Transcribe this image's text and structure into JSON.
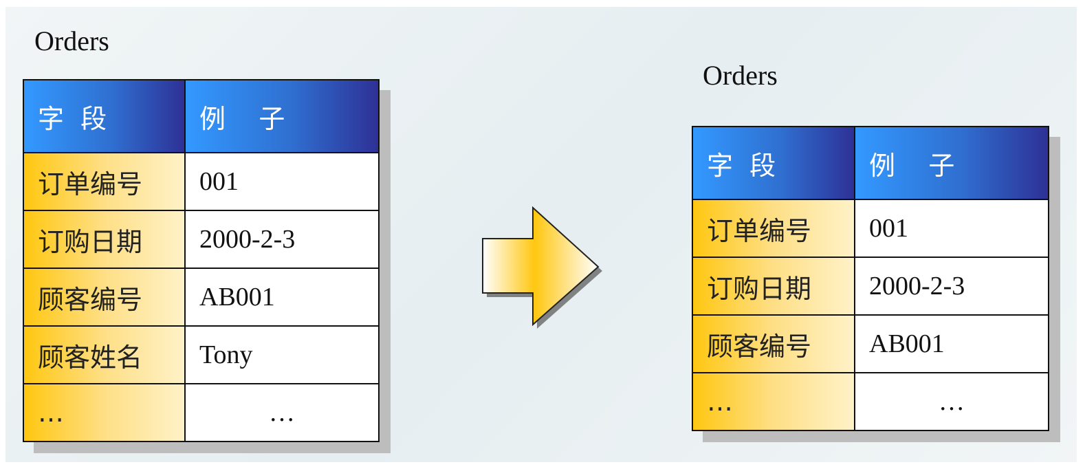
{
  "left": {
    "title": "Orders",
    "header": [
      "字  段",
      "例    子"
    ],
    "rows": [
      [
        "订单编号",
        "001"
      ],
      [
        "订购日期",
        "2000-2-3"
      ],
      [
        "顾客编号",
        "AB001"
      ],
      [
        "顾客姓名",
        "Tony"
      ],
      [
        "…",
        "…"
      ]
    ]
  },
  "right": {
    "title": "Orders",
    "header": [
      "字  段",
      "例    子"
    ],
    "rows": [
      [
        "订单编号",
        "001"
      ],
      [
        "订购日期",
        "2000-2-3"
      ],
      [
        "顾客编号",
        "AB001"
      ],
      [
        "…",
        "…"
      ]
    ]
  },
  "arrow_icon": "right-arrow-icon"
}
